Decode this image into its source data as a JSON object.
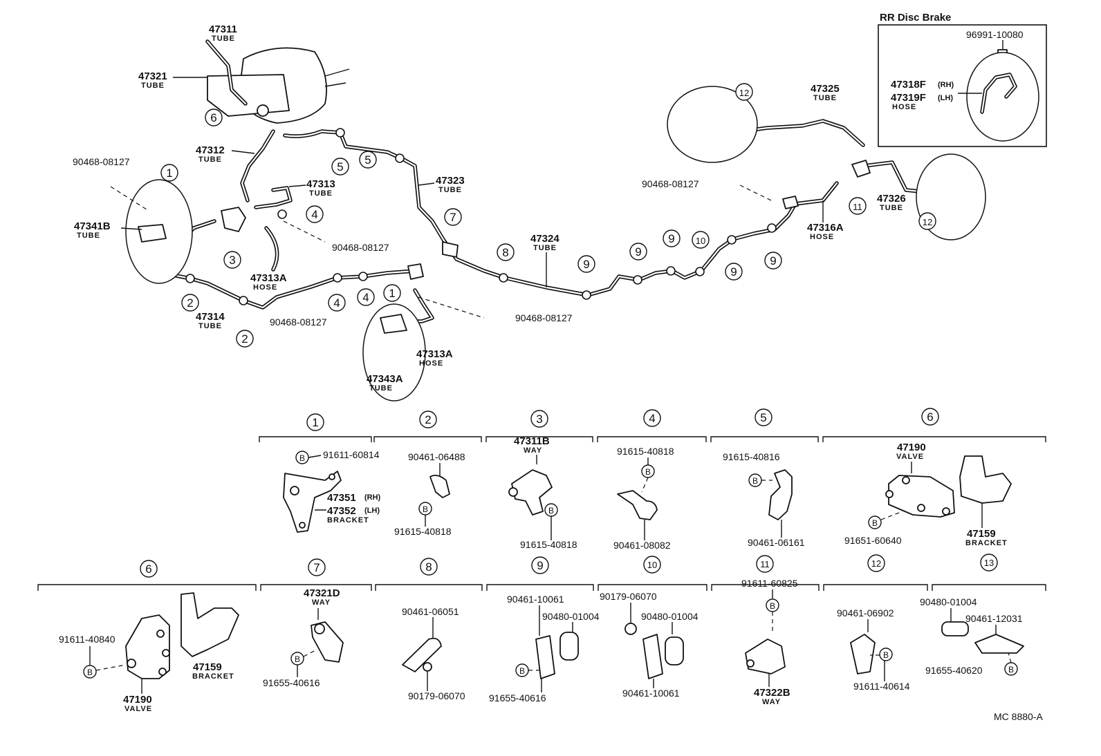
{
  "inset": {
    "title": "RR  Disc Brake",
    "clip": "96991-10080",
    "hose_rh": "47318F",
    "rh": "(RH)",
    "hose_lh": "47319F",
    "lh": "(LH)",
    "hose_word": "HOSE"
  },
  "labels": {
    "p47311": "47311",
    "tube": "TUBE",
    "way": "WAY",
    "hose": "HOSE",
    "valve": "VALVE",
    "bracket": "BRACKET",
    "p47321": "47321",
    "p47312": "47312",
    "p47313": "47313",
    "p47323": "47323",
    "p47341B": "47341B",
    "p47313A": "47313A",
    "p47314": "47314",
    "p47324": "47324",
    "p47325": "47325",
    "p47316A": "47316A",
    "p47326": "47326",
    "p47343A": "47343A",
    "clip": "90468-08127",
    "rh": "(RH)",
    "lh": "(LH)",
    "circled": [
      "1",
      "2",
      "3",
      "4",
      "5",
      "6",
      "7",
      "8",
      "9",
      "10",
      "11",
      "12",
      "13"
    ]
  },
  "groups": {
    "g1": {
      "b": "91611-60814",
      "p1": "47351",
      "p2": "47352"
    },
    "g2": {
      "a": "90461-06488",
      "b": "91615-40818"
    },
    "g3": {
      "a": "47311B",
      "b": "91615-40818"
    },
    "g4": {
      "a": "91615-40818",
      "b": "90461-08082"
    },
    "g5": {
      "a": "91615-40816",
      "b": "90461-06161"
    },
    "g6a": {
      "a": "47190",
      "b": "91651-60640",
      "c": "47159"
    },
    "g6b": {
      "a": "91611-40840",
      "b": "47159",
      "c": "47190"
    },
    "g7": {
      "a": "47321D",
      "b": "91655-40616"
    },
    "g8": {
      "a": "90461-06051",
      "b": "90179-06070"
    },
    "g9": {
      "a": "90461-10061",
      "b": "90480-01004",
      "c": "91655-40616"
    },
    "g10": {
      "a": "90179-06070",
      "b": "90480-01004",
      "c": "90461-10061"
    },
    "g11": {
      "a": "91611-60825",
      "b": "47322B"
    },
    "g12": {
      "a": "90461-06902",
      "b": "91611-40614"
    },
    "g13": {
      "a": "90480-01004",
      "b": "90461-12031",
      "c": "91655-40620"
    }
  },
  "b_mark": "B",
  "footer": "MC  8880-A"
}
